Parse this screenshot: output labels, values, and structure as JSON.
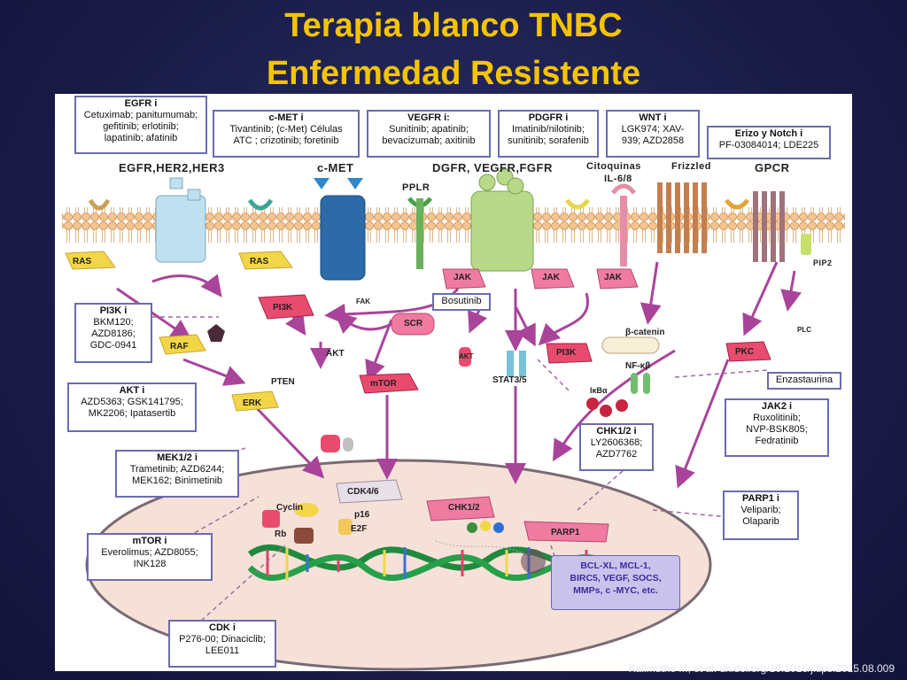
{
  "title": {
    "line1": "Terapia blanco TNBC",
    "line2": "Enfermedad Resistente"
  },
  "citation": "Kalimutho M, et al. dx.doi.org/10.1016/j.tips.2015.08.009",
  "inhibitor_boxes": {
    "egfr": {
      "head": "EGFR i",
      "body": "Cetuximab; panitumumab;\ngefitinib; erlotinib;\nlapatinib; afatinib"
    },
    "cmet": {
      "head": "c-MET i",
      "body": "Tivantinib; (c-Met) Células\nATC ; crizotinib; foretinib"
    },
    "vegfr": {
      "head": "VEGFR i:",
      "body": "Sunitinib; apatinib;\nbevacizumab; axitinib"
    },
    "pdgfr": {
      "head": "PDGFR i",
      "body": "Imatinib/nilotinib;\nsunitinib; sorafenib"
    },
    "wnt": {
      "head": "WNT i",
      "body": "LGK974; XAV-\n939; AZD2858"
    },
    "notch": {
      "head": "Erizo y Notch i",
      "body": "PF-03084014; LDE225"
    },
    "pi3k": {
      "head": "PI3K i",
      "body": "BKM120;\nAZD8186;\nGDC-0941"
    },
    "akt": {
      "head": "AKT i",
      "body": "AZD5363; GSK141795;\nMK2206; Ipatasertib"
    },
    "mek": {
      "head": "MEK1/2 i",
      "body": "Trametinib; AZD6244;\nMEK162; Binimetinib"
    },
    "mtor": {
      "head": "mTOR i",
      "body": "Everolimus; AZD8055;\nINK128"
    },
    "cdk": {
      "head": "CDK i",
      "body": "P276-00; Dinaciclib;\nLEE011"
    },
    "chk": {
      "head": "CHK1/2 i",
      "body": "LY2606368;\nAZD7762"
    },
    "jak2": {
      "head": "JAK2 i",
      "body": "Ruxolitinib;\nNVP-BSK805;\nFedratinib"
    },
    "parp": {
      "head": "PARP1 i",
      "body": "Veliparib;\nOlaparib"
    },
    "bosutinib": {
      "head": "",
      "body": "Bosutinib"
    },
    "enzastaurina": {
      "head": "",
      "body": "Enzastaurina"
    }
  },
  "receptor_labels": {
    "egfr": "EGFR,HER2,HER3",
    "cmet": "c-MET",
    "dgfr": "DGFR, VEGFR,FGFR",
    "pplr": "PPLR",
    "citoquinas": "Citoquinas",
    "il68": "IL-6/8",
    "frizzled": "Frizzled",
    "gpcr": "GPCR",
    "pip2": "PIP2"
  },
  "nodes": {
    "ras1": "RAS",
    "ras2": "RAS",
    "raf": "RAF",
    "erk": "ERK",
    "pi3k1": "PI3K",
    "pten": "PTEN",
    "akt1": "AKT",
    "mtor": "mTOR",
    "fak": "FAK",
    "scr": "SCR",
    "jak1": "JAK",
    "jak2": "JAK",
    "jak3": "JAK",
    "akt2": "AKT",
    "pi3k2": "PI3K",
    "stat": "STAT3/5",
    "bcat": "β-catenin",
    "nfkb": "NF-κβ",
    "ikba": "IκBα",
    "pkc": "PKC",
    "plc": "PLC",
    "cdk46": "CDK4/6",
    "cyclin": "Cyclin",
    "p16": "p16",
    "rb": "Rb",
    "e2f": "E2F",
    "chk12": "CHK1/2",
    "parp1": "PARP1"
  },
  "gene_box": "BCL-XL, MCL-1,\nBIRC5, VEGF, SOCS,\nMMPs, c -MYC, etc.",
  "colors": {
    "title": "#f5c400",
    "membrane": "#f6c58f",
    "arrow": "#b24fa0",
    "nucleus": "#f7e4dc",
    "node_red": "#e0406a",
    "node_yellow": "#f2d648"
  }
}
